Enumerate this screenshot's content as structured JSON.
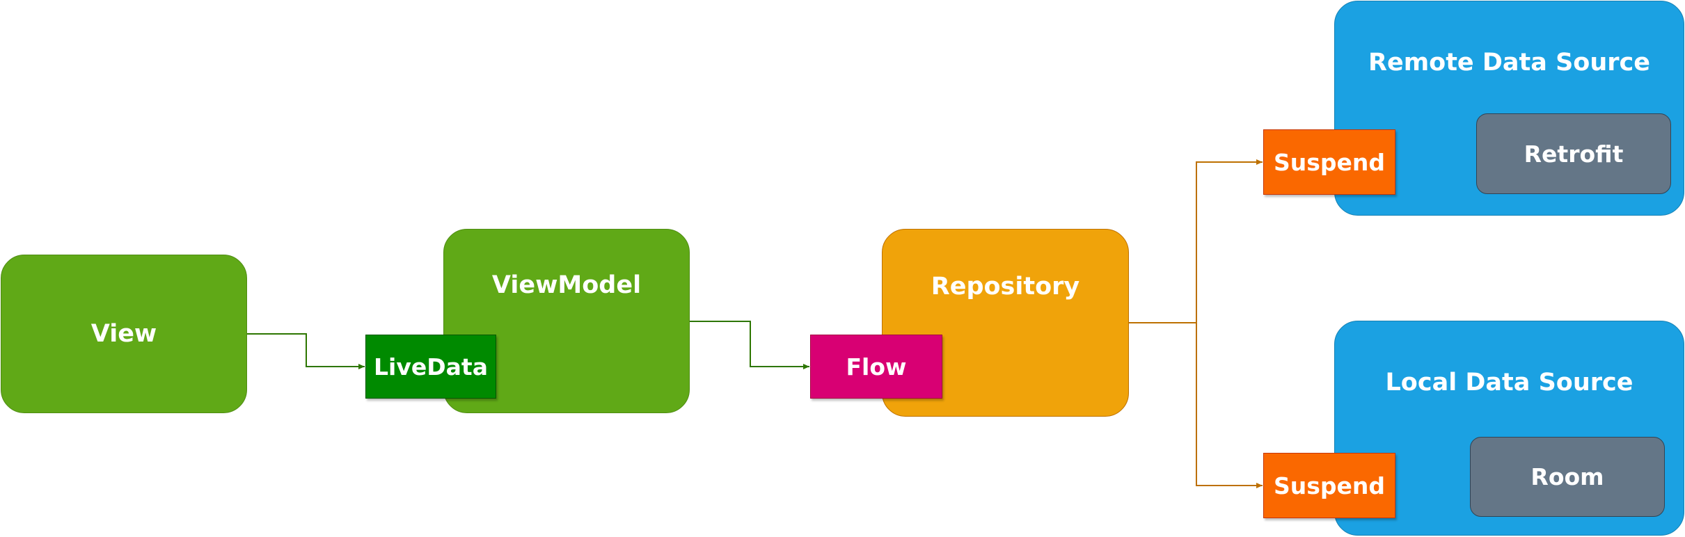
{
  "colors": {
    "view_green": "#60a917",
    "livedata_green": "#008a00",
    "flow_magenta": "#d80073",
    "repository_orange": "#f0a30a",
    "datasource_blue": "#1ba1e2",
    "suspend_orange": "#fa6800",
    "library_gray": "#647687",
    "connector_green": "#2d7600",
    "connector_orange": "#bd7000"
  },
  "nodes": {
    "view": "View",
    "viewmodel": "ViewModel",
    "livedata": "LiveData",
    "repository": "Repository",
    "flow": "Flow",
    "remote": {
      "title": "Remote Data Source",
      "suspend": "Suspend",
      "library": "Retrofit"
    },
    "local": {
      "title": "Local Data Source",
      "suspend": "Suspend",
      "library": "Room"
    }
  }
}
